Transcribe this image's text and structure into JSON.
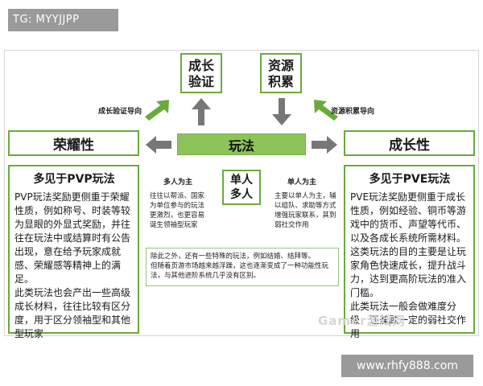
{
  "watermark_top": "TG: MYYJJPP",
  "watermark_bottom": "www.rhfy888.com",
  "watermark_overlay": "Gamer游戏网",
  "center_node": "玩法",
  "top_left_node": [
    "成长",
    "验证"
  ],
  "top_right_node": [
    "资源",
    "积累"
  ],
  "left_node": "荣耀性",
  "right_node": "成长性",
  "left_arrow_label": "成长验证导向",
  "right_arrow_label": "资源积累导向",
  "left_panel": {
    "title": "多见于PVP玩法",
    "paragraphs": [
      "PVP玩法奖励更侧重于荣耀性质，例如称号、时装等较为显眼的外显式奖励，并往往在玩法中或结算时有公告出现，意在给予玩家成就感、荣耀感等精神上的满足。",
      "此类玩法也会产出一些高级成长材料，往往比较有区分度，用于区分领袖型和其他型玩家"
    ]
  },
  "right_panel": {
    "title": "多见于PVE玩法",
    "paragraphs": [
      "PVE玩法奖励更侧重于成长性质，例如经验、铜币等游戏中的货币、声望等代币、以及各成长系统所需材料。这类玩法的目的主要是让玩家角色快速成长，提升战斗力，达到更高阶玩法的准入门槛。",
      "此类玩法一般会做难度分级，还兼顾一定的弱社交作用"
    ]
  },
  "middle": {
    "title": [
      "单人",
      "多人"
    ],
    "left_label": "多人为主",
    "left_text": [
      "往往以帮派、国家",
      "为单位参与的玩法",
      "更激烈，也更容易",
      "诞生领袖型玩家"
    ],
    "right_label": "单人为主",
    "right_text": [
      "主要以单人为主，辅",
      "以组队、求助等方式",
      "增强玩家联系，其到",
      "弱社交作用"
    ],
    "bottom_text": [
      "除此之外，还有一些特殊的玩法，例如结婚、结拜等。",
      "但随着页游市场越来越浮躁，这也逐渐变成了一种功能性玩",
      "法，与其他进阶系统几乎没有区别。"
    ]
  },
  "colors": {
    "green_border": "#6aaa3c",
    "green_fill": "#8dc35b",
    "arrow_gray": "#777777",
    "arrow_green": "#6aaa3c"
  }
}
